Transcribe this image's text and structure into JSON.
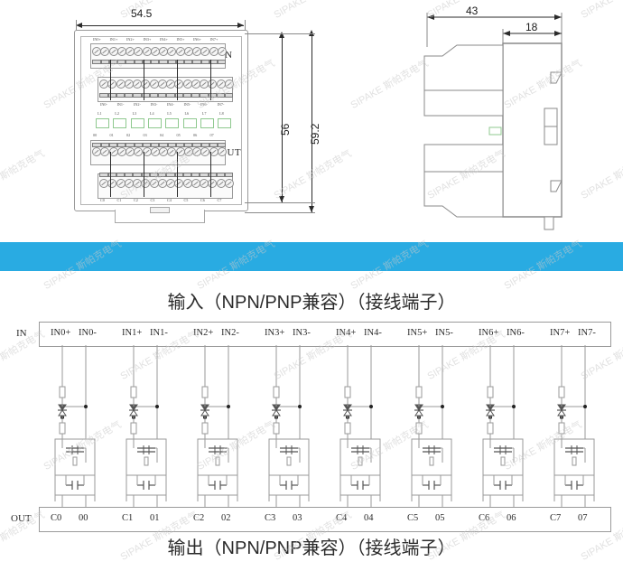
{
  "document": {
    "kind": "product-dimension-and-wiring-drawing",
    "watermark_text": "SIPAKE 斯帕克电气"
  },
  "top_drawing": {
    "front_view": {
      "in_label": "IN",
      "out_label": "OUT",
      "input_row_top_labels": [
        "IN0+",
        "IN1+",
        "IN2+",
        "IN3+",
        "IN4+",
        "IN5+",
        "IN6+",
        "IN7+"
      ],
      "input_row_bottom_labels": [
        "IN0-",
        "IN1-",
        "IN2-",
        "IN3-",
        "IN4-",
        "IN5-",
        "IN6-",
        "IN7-"
      ],
      "led_labels": [
        "L1",
        "L2",
        "L3",
        "L4",
        "L5",
        "L6",
        "L7",
        "L8"
      ],
      "output_row_top_labels": [
        "00",
        "01",
        "02",
        "03",
        "04",
        "05",
        "06",
        "07"
      ],
      "output_row_bottom_labels": [
        "C0",
        "C1",
        "C2",
        "C3",
        "C4",
        "C5",
        "C6",
        "C7"
      ]
    },
    "dimensions": {
      "width": "54.5",
      "height_inner": "56",
      "height_outer": "59.2",
      "depth_total": "43",
      "depth_front": "18"
    }
  },
  "wiring": {
    "input_title": "输入（NPN/PNP兼容）（接线端子）",
    "output_title": "输出（NPN/PNP兼容）（接线端子）",
    "in_rail_label": "IN",
    "out_rail_label": "OUT",
    "in_terminals": [
      "IN0+",
      "IN0-",
      "IN1+",
      "IN1-",
      "IN2+",
      "IN2-",
      "IN3+",
      "IN3-",
      "IN4+",
      "IN4-",
      "IN5+",
      "IN5-",
      "IN6+",
      "IN6-",
      "IN7+",
      "IN7-"
    ],
    "out_terminals": [
      "C0",
      "00",
      "C1",
      "01",
      "C2",
      "02",
      "C3",
      "03",
      "C4",
      "04",
      "C5",
      "05",
      "C6",
      "06",
      "C7",
      "07"
    ],
    "channel_count": 8
  },
  "colors": {
    "accent_blue": "#29ABE2",
    "led_green": "#8fc98f",
    "line_gray": "#9a9a9a",
    "dim_black": "#2b2b2b"
  }
}
